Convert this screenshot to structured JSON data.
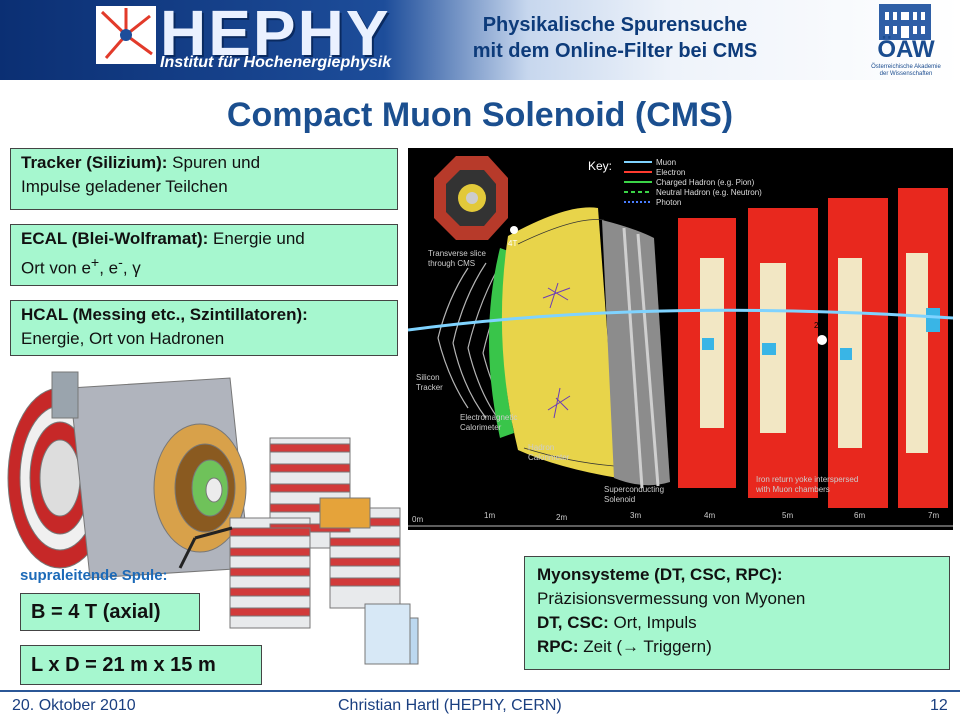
{
  "header": {
    "logo_text": "HEPHY",
    "logo_subtitle": "Institut für Hochenergiephysik",
    "title_line1": "Physikalische Spurensuche",
    "title_line2": "mit dem Online-Filter bei CMS",
    "oaw_letters": "ÖAW",
    "oaw_small_line1": "Österreichische Akademie",
    "oaw_small_line2": "der Wissenschaften"
  },
  "title": "Compact Muon Solenoid (CMS)",
  "boxes": {
    "tracker_bold": "Tracker (Silizium):",
    "tracker_text1": " Spuren und",
    "tracker_text2": "Impulse geladener Teilchen",
    "ecal_bold": "ECAL (Blei-Wolframat):",
    "ecal_text1": " Energie und",
    "ecal_text2": "Ort von e",
    "hcal_bold": "HCAL (Messing etc., Szintillatoren):",
    "hcal_text": "Energie, Ort von  Hadronen",
    "muon_bold": "Myonsysteme (DT, CSC, RPC):",
    "muon_line2": "Präzisionsvermessung von Myonen",
    "muon_dt_bold": "DT, CSC:",
    "muon_dt_text": " Ort, Impuls",
    "muon_rpc_bold": "RPC:",
    "muon_rpc_text1": " Zeit (",
    "muon_rpc_text2": " Triggern)"
  },
  "diagram": {
    "key_title": "Key:",
    "key_items": [
      "Muon",
      "Electron",
      "Charged Hadron (e.g. Pion)",
      "Neutral Hadron (e.g. Neutron)",
      "Photon"
    ],
    "transverse": "Transverse slice",
    "transverse2": "through CMS",
    "silicon": "Silicon",
    "tracker": "Tracker",
    "ecal": "Electromagnetic",
    "ecal2": "Calorimeter",
    "hcal": "Hadron",
    "hcal2": "Calorimeter",
    "solenoid": "Superconducting",
    "solenoid2": "Solenoid",
    "yoke": "Iron return yoke interspersed",
    "yoke2": "with Muon chambers",
    "field4t": "4T",
    "field2t": "2T",
    "scale": [
      "0m",
      "1m",
      "2m",
      "3m",
      "4m",
      "5m",
      "6m",
      "7m"
    ]
  },
  "labels": {
    "spule": "supraleitende Spule:",
    "field": "B = 4 T (axial)",
    "size": "L x D = 21 m x 15 m"
  },
  "footer": {
    "date": "20. Oktober 2010",
    "author": "Christian Hartl (HEPHY, CERN)",
    "page": "12"
  },
  "colors": {
    "box_fill": "#a6f7cf",
    "title": "#1b4f8f",
    "muon": "#7fd3ff",
    "electron": "#ff3b2f",
    "charged_hadron": "#3bd447",
    "neutral_hadron": "#3bd447",
    "photon": "#4a7dff"
  }
}
